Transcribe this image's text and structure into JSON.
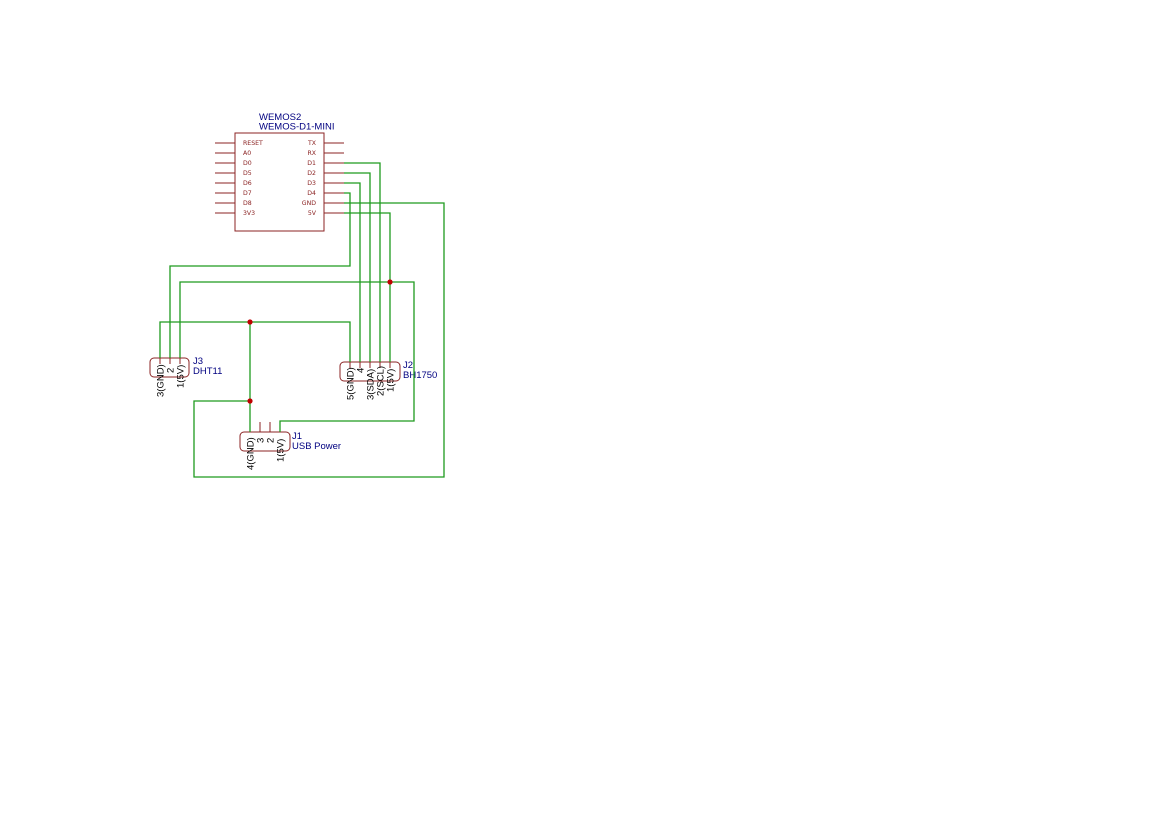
{
  "wemos": {
    "ref": "WEMOS2",
    "value": "WEMOS-D1-MINI",
    "left_pins": [
      "RESET",
      "A0",
      "D0",
      "D5",
      "D6",
      "D7",
      "D8",
      "3V3"
    ],
    "right_pins": [
      "TX",
      "RX",
      "D1",
      "D2",
      "D3",
      "D4",
      "GND",
      "5V"
    ]
  },
  "j3": {
    "ref": "J3",
    "value": "DHT11",
    "pins": [
      "3(GND)",
      "2",
      "1(5V)"
    ]
  },
  "j2": {
    "ref": "J2",
    "value": "BH1750",
    "pins": [
      "5(GND)",
      "4",
      "3(SDA)",
      "2(SCL)",
      "1(5V)"
    ]
  },
  "j1": {
    "ref": "J1",
    "value": "USB Power",
    "pins": [
      "4(GND)",
      "3",
      "2",
      "1(5V)"
    ]
  },
  "colors": {
    "component": "#8b2323",
    "label": "#000080",
    "wire": "#1e9a1e",
    "junction": "#c00000"
  }
}
